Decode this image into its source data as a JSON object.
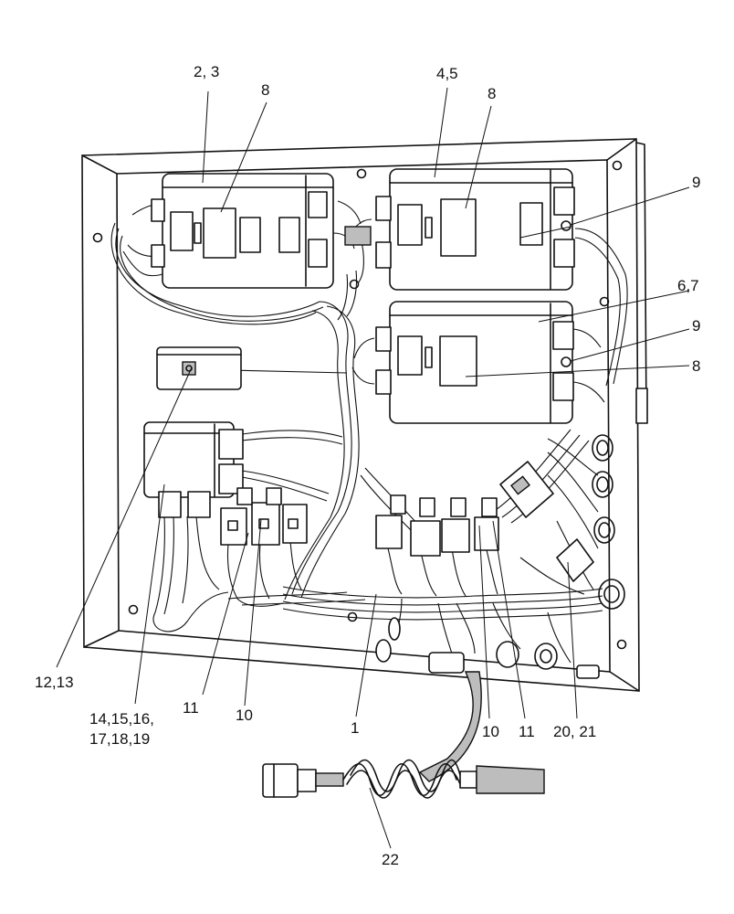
{
  "callouts": {
    "c_2_3": "2, 3",
    "c_8_a": "8",
    "c_4_5": "4,5",
    "c_8_b": "8",
    "c_9_a": "9",
    "c_6_7": "6,7",
    "c_9_b": "9",
    "c_8_c": "8",
    "c_12_13": "12,13",
    "c_14_16": "14,15,16,",
    "c_17_19": "17,18,19",
    "c_11_a": "11",
    "c_10_a": "10",
    "c_1": "1",
    "c_10_b": "10",
    "c_11_b": "11",
    "c_20_21": "20, 21",
    "c_22": "22"
  }
}
